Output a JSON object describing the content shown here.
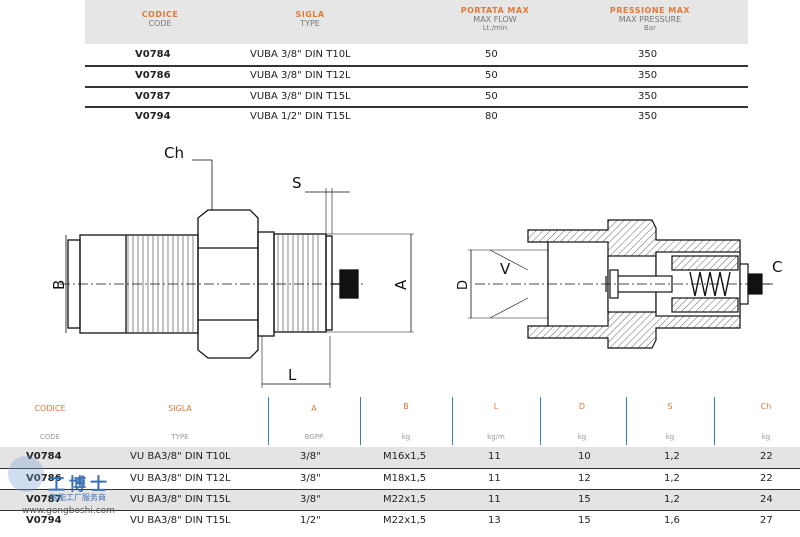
{
  "top_table": {
    "headers": [
      {
        "l1": "CODICE",
        "l2": "CODE",
        "l3": ""
      },
      {
        "l1": "SIGLA",
        "l2": "TYPE",
        "l3": ""
      },
      {
        "l1": "PORTATA MAX",
        "l2": "MAX FLOW",
        "l3": "Lt./min"
      },
      {
        "l1": "PRESSIONE MAX",
        "l2": "MAX PRESSURE",
        "l3": "Bar"
      }
    ],
    "rows": [
      {
        "code": "V0784",
        "type": "VUBA 3/8\" DIN T10L",
        "flow": "50",
        "pressure": "350"
      },
      {
        "code": "V0786",
        "type": "VUBA 3/8\" DIN T12L",
        "flow": "50",
        "pressure": "350"
      },
      {
        "code": "V0787",
        "type": "VUBA 3/8\" DIN T15L",
        "flow": "50",
        "pressure": "350"
      },
      {
        "code": "V0794",
        "type": "VUBA 1/2\" DIN T15L",
        "flow": "80",
        "pressure": "350"
      }
    ]
  },
  "drawing_labels": {
    "ch": "Ch",
    "s": "S",
    "b": "B",
    "a": "A",
    "l": "L",
    "d": "D",
    "v": "V",
    "c": "C"
  },
  "bottom_table": {
    "headers": [
      {
        "l1": "CODICE",
        "l2": "CODE"
      },
      {
        "l1": "SIGLA",
        "l2": "TYPE"
      },
      {
        "l1": "A",
        "l2": "BGPP"
      },
      {
        "l1": "B",
        "l2": "kg"
      },
      {
        "l1": "L",
        "l2": "kg/m"
      },
      {
        "l1": "D",
        "l2": "kg"
      },
      {
        "l1": "S",
        "l2": "kg"
      },
      {
        "l1": "Ch",
        "l2": "kg"
      }
    ],
    "rows": [
      {
        "code": "V0784",
        "type": "VU BA3/8\" DIN T10L",
        "a": "3/8\"",
        "b": "M16x1,5",
        "l": "11",
        "d": "10",
        "s": "1,2",
        "ch": "22"
      },
      {
        "code": "V0786",
        "type": "VU BA3/8\" DIN T12L",
        "a": "3/8\"",
        "b": "M18x1,5",
        "l": "11",
        "d": "12",
        "s": "1,2",
        "ch": "22"
      },
      {
        "code": "V0787",
        "type": "VU BA3/8\" DIN T15L",
        "a": "3/8\"",
        "b": "M22x1,5",
        "l": "11",
        "d": "15",
        "s": "1,2",
        "ch": "24"
      },
      {
        "code": "V0794",
        "type": "VU BA3/8\" DIN T15L",
        "a": "1/2\"",
        "b": "M22x1,5",
        "l": "13",
        "d": "15",
        "s": "1,6",
        "ch": "27"
      }
    ]
  },
  "watermark": {
    "title": "工博士",
    "subtitle": "智能工厂服务商",
    "url": "www.gongboshi.com"
  },
  "colors": {
    "accent": "#e07a3a",
    "divider_blue": "#3a7ab0",
    "hatch": "#555555"
  }
}
